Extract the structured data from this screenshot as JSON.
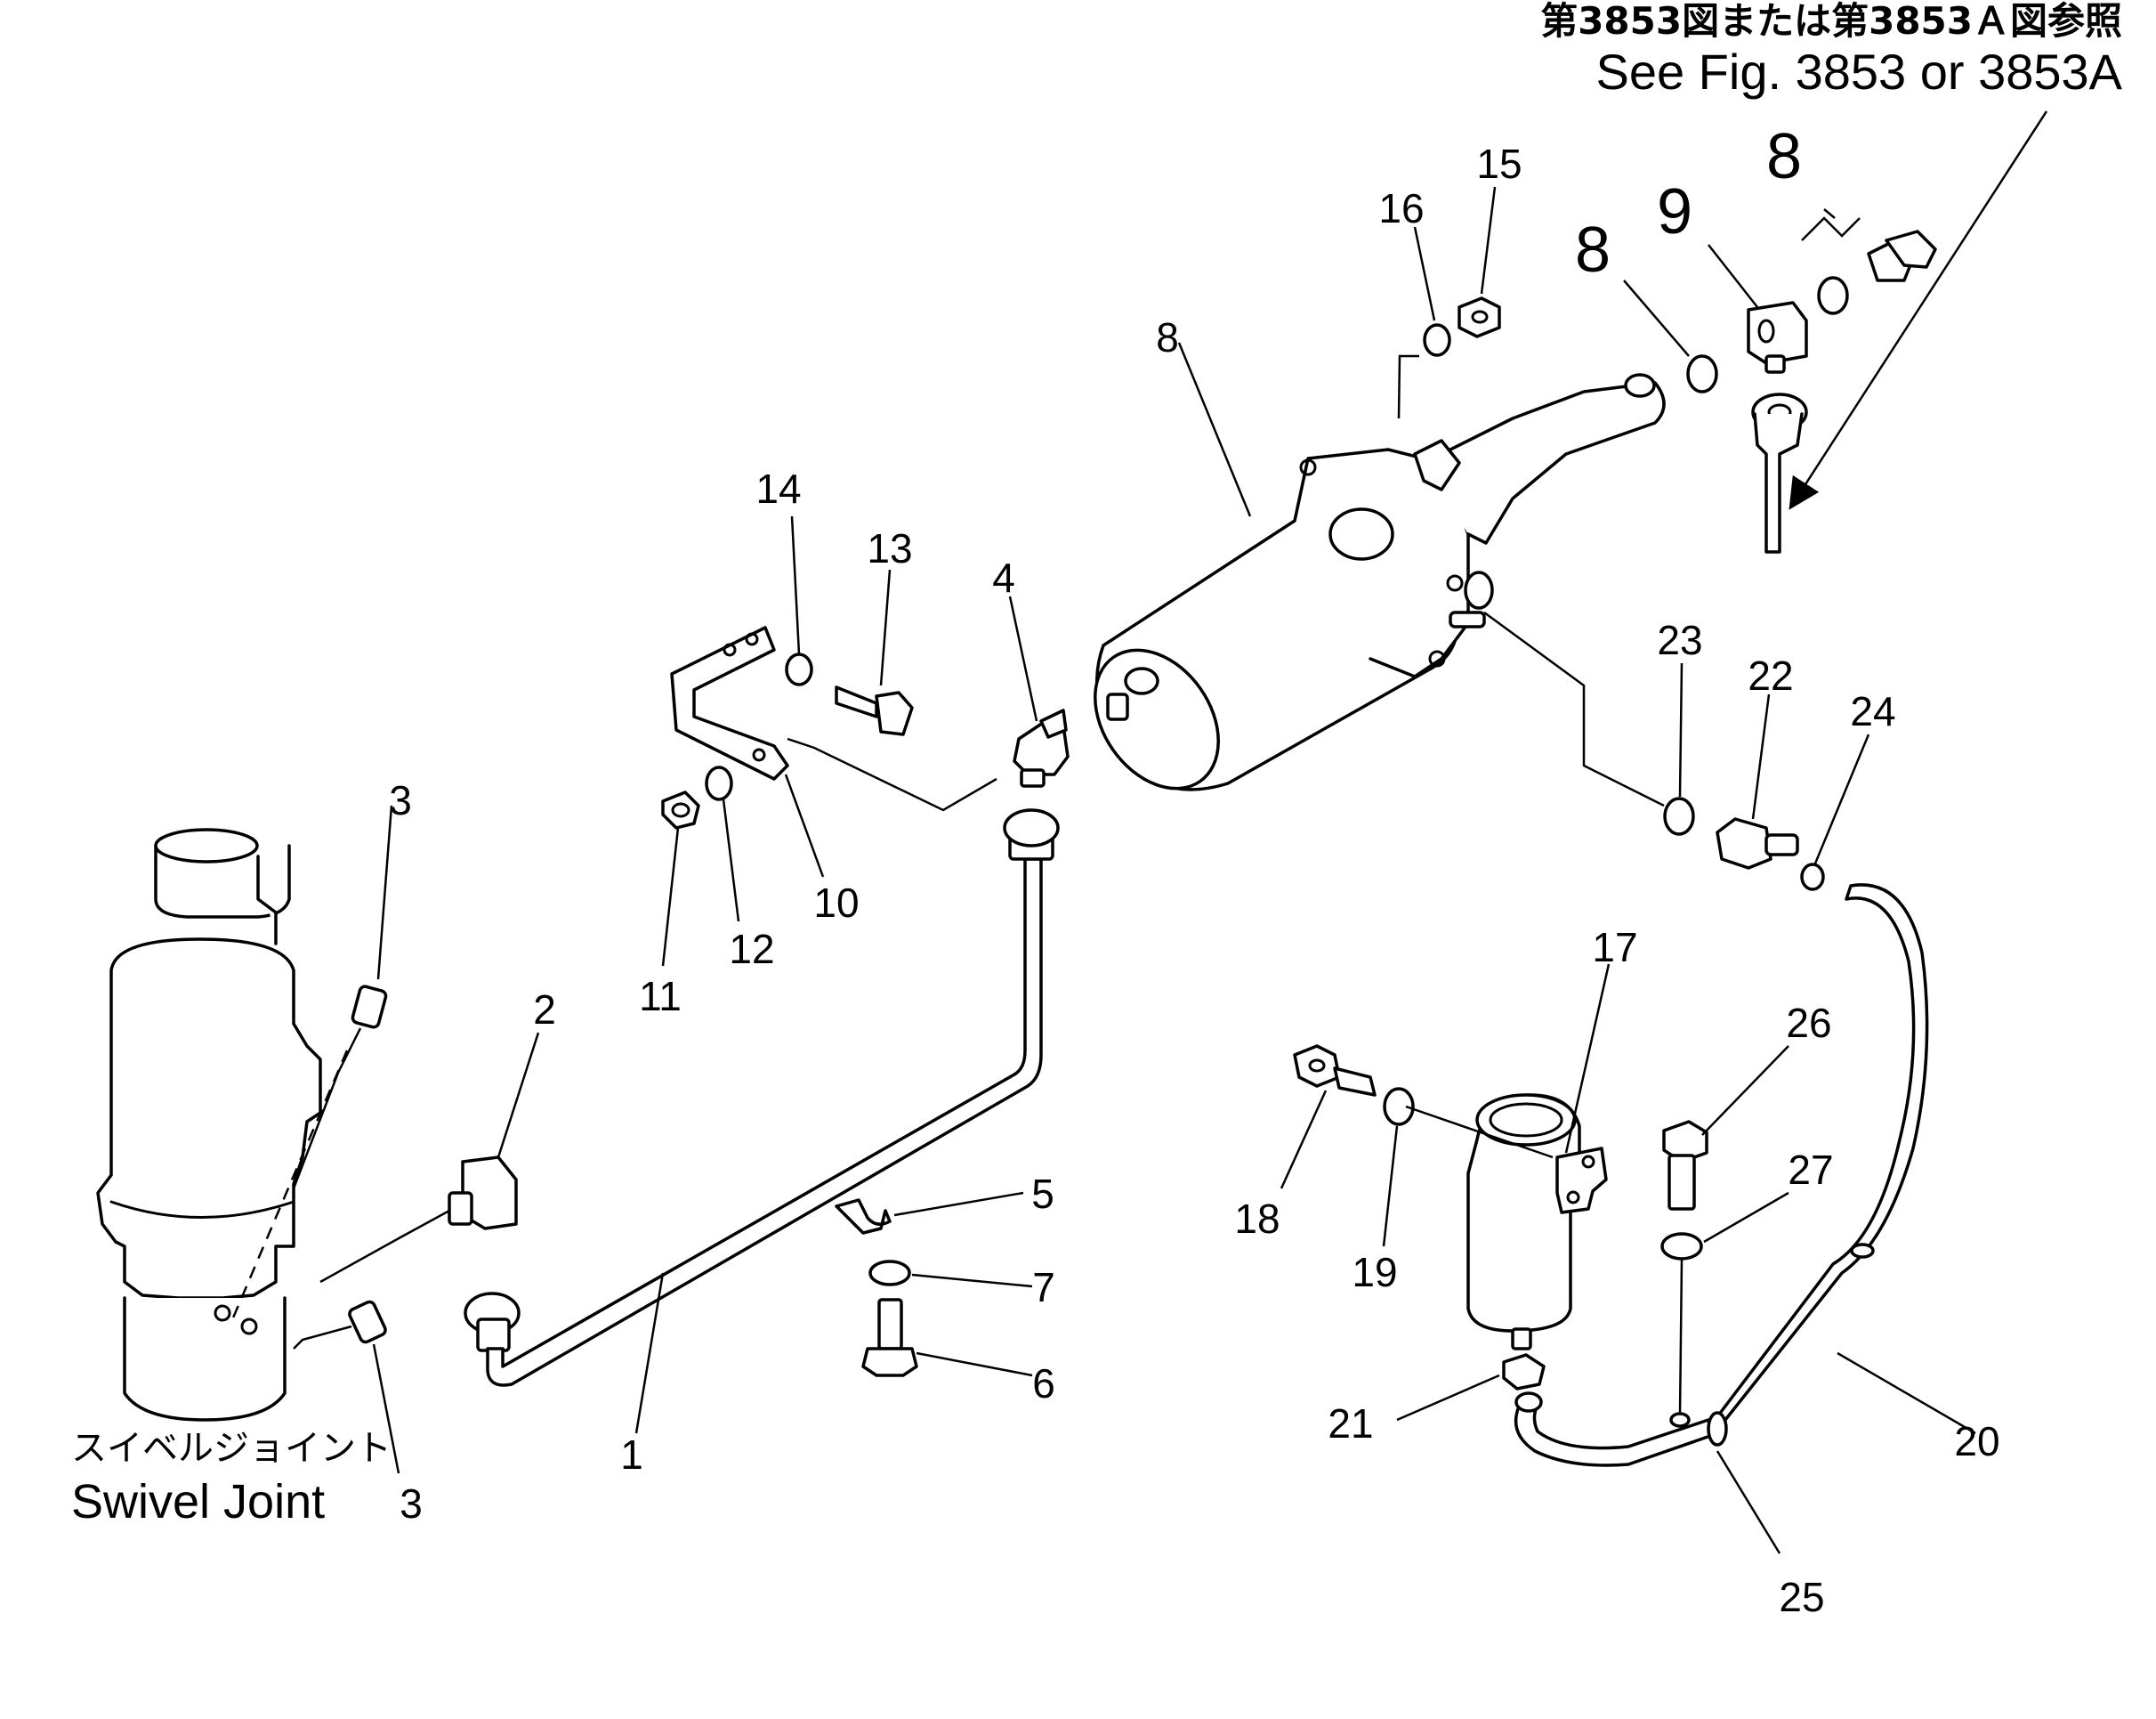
{
  "reference": {
    "jp": "第3853図または第3853Ａ図参照",
    "en": "See Fig. 3853 or 3853A"
  },
  "swivel": {
    "jp": "スイベルジョイント",
    "en": "Swivel Joint"
  },
  "callouts": {
    "c1": "1",
    "c2": "2",
    "c3a": "3",
    "c3b": "3",
    "c4": "4",
    "c5": "5",
    "c6": "6",
    "c7": "7",
    "c8": "8",
    "c8b": "8",
    "c8c": "8",
    "c9": "9",
    "c10": "10",
    "c11": "11",
    "c12": "12",
    "c13": "13",
    "c14": "14",
    "c15": "15",
    "c16": "16",
    "c17": "17",
    "c18": "18",
    "c19": "19",
    "c20": "20",
    "c21": "21",
    "c22": "22",
    "c23": "23",
    "c24": "24",
    "c25": "25",
    "c26": "26",
    "c27": "27"
  }
}
